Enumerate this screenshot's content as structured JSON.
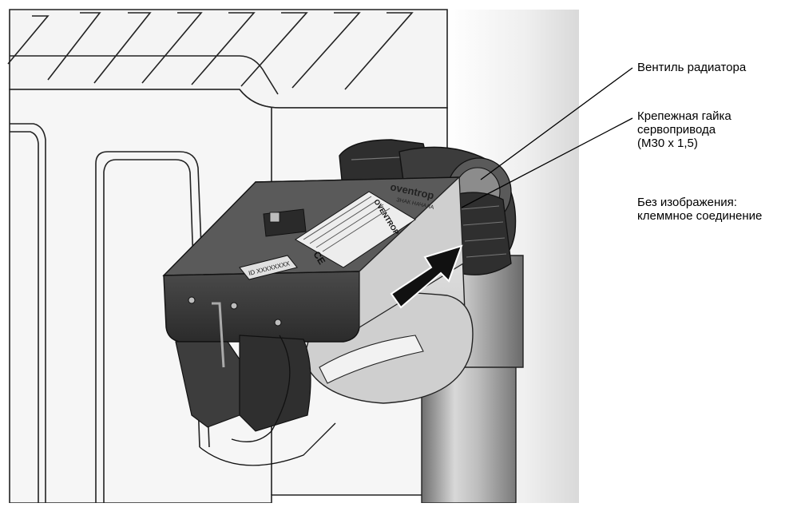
{
  "callouts": {
    "radiator_valve": {
      "line1": "Вентиль радиатора"
    },
    "actuator_nut": {
      "line1": "Крепежная гайка",
      "line2": "сервопривода",
      "line3": "(M30 x 1,5)"
    },
    "clamp_connection": {
      "line1": "Без изображения:",
      "line2": "клеммное соединение"
    }
  },
  "device": {
    "brand": "oventrop",
    "brand_sub": "ЗНАК НАЧАЛА",
    "label_brand": "OVENTROP",
    "id_tag": "ID XXXXXXXX",
    "ce_mark": "CE"
  },
  "icons": {
    "direction_arrow": "mounting-arrow-icon"
  },
  "colors": {
    "background": "#ffffff",
    "radiator": "#f2f2f2",
    "actuator_body": "#3a3a3a",
    "metal": "#9a9a9a",
    "arrow": "#111111"
  }
}
